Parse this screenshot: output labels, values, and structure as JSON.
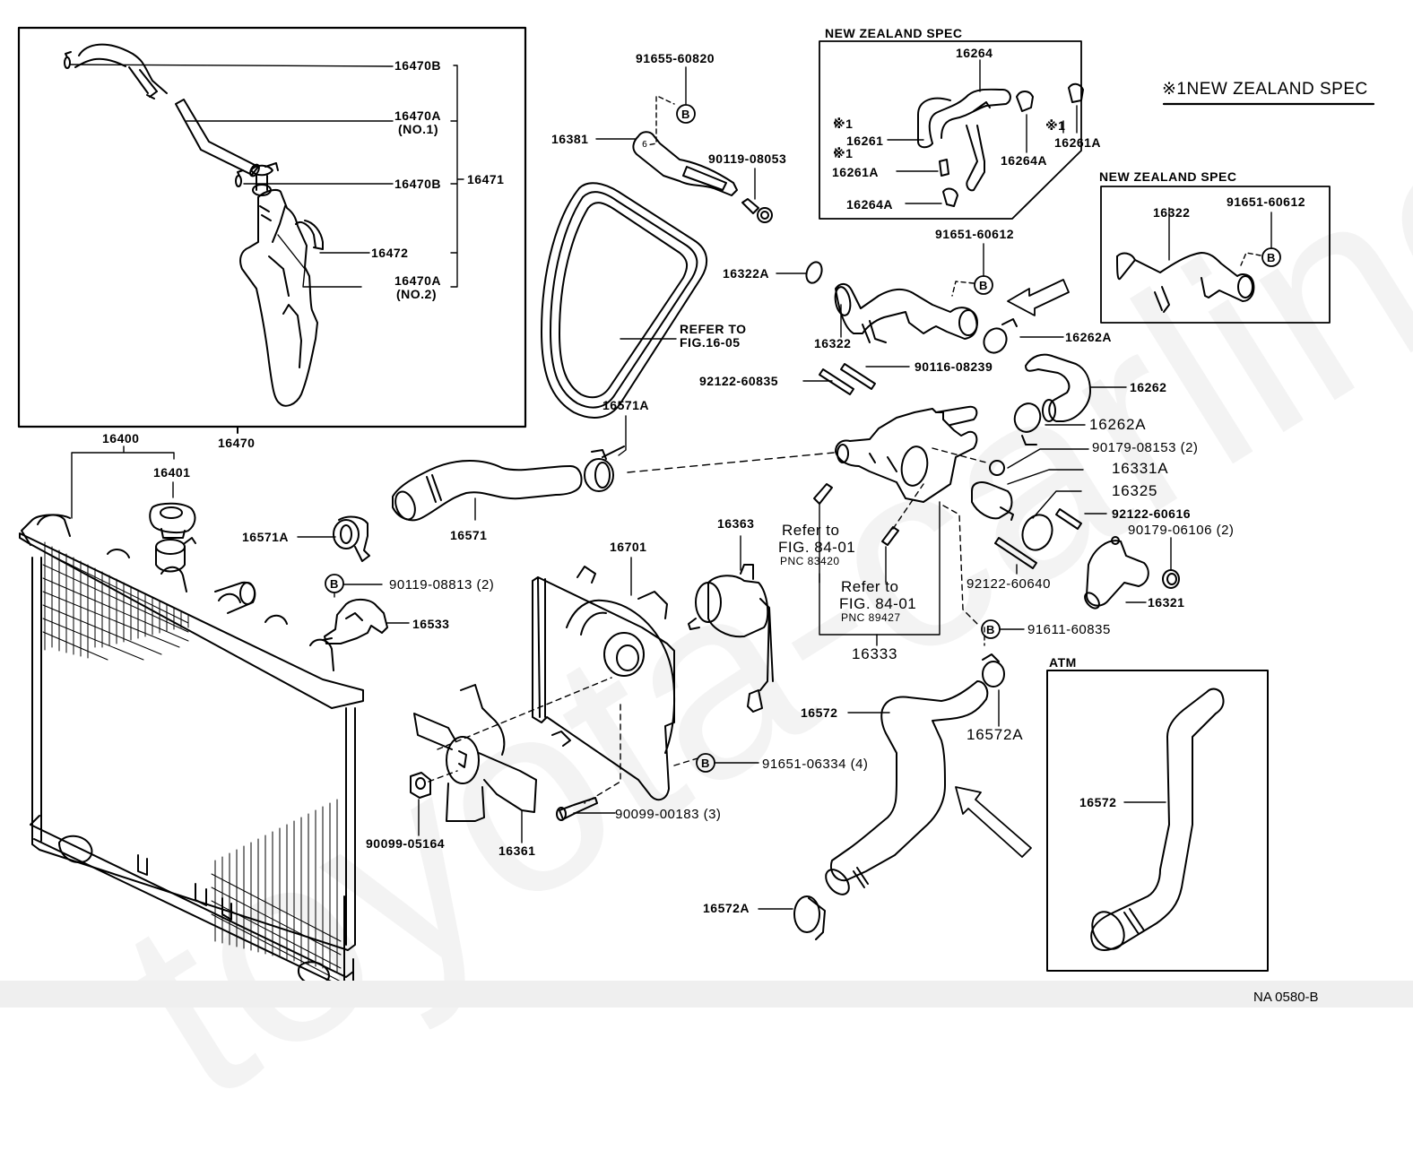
{
  "diagram": {
    "title_legend": "※1NEW ZEALAND SPEC",
    "footer_code": "NA 0580-B",
    "watermark": "toyota-carline.ru",
    "insets": {
      "reservoir_box_label": "16470",
      "nz_spec_hose_box_header": "NEW ZEALAND SPEC",
      "nz_spec_pipe_box_header": "NEW ZEALAND SPEC",
      "atm_box_header": "ATM"
    },
    "reservoir_parts": {
      "p16470B_top": "16470B",
      "p16470A_no1": "16470A",
      "p16470A_no1_sub": "(NO.1)",
      "p16470B_mid": "16470B",
      "p16471": "16471",
      "p16472": "16472",
      "p16470A_no2": "16470A",
      "p16470A_no2_sub": "(NO.2)"
    },
    "radiator_parts": {
      "p16400": "16400",
      "p16401": "16401",
      "p16571A_left": "16571A",
      "p16571": "16571",
      "p16571A_top": "16571A",
      "p90119_08813": "90119-08813 (2)",
      "p16533": "16533",
      "bolt_marker": "B"
    },
    "fan_parts": {
      "p16701": "16701",
      "p16363": "16363",
      "p91651_06334": "91651-06334 (4)",
      "p90099_00183": "90099-00183 (3)",
      "p90099_05164": "90099-05164",
      "p16361": "16361"
    },
    "belt_parts": {
      "p91655_60820": "91655-60820",
      "p16381": "16381",
      "p90119_08053": "90119-08053",
      "refer_line1": "REFER TO",
      "refer_line2": "FIG.16-05"
    },
    "nz_hose_parts": {
      "p16264": "16264",
      "mark1": "※1",
      "p16261": "16261",
      "mark2": "※1",
      "p16261A_left": "16261A",
      "p16264A_bottom": "16264A",
      "p16264A_right": "16264A",
      "mark3": "※1",
      "p16261A_right": "16261A"
    },
    "nz_pipe_parts": {
      "p16322": "16322",
      "p91651_60612": "91651-60612"
    },
    "water_outlet_parts": {
      "p91651_60612": "91651-60612",
      "p16322A": "16322A",
      "p16322": "16322",
      "p16262A_top": "16262A",
      "p90116_08239": "90116-08239",
      "p92122_60835": "92122-60835",
      "p16262": "16262",
      "p16262A_mid": "16262A",
      "p90179_08153": "90179-08153 (2)",
      "p16331A": "16331A",
      "p16325": "16325",
      "p92122_60616": "92122-60616",
      "p90179_06106": "90179-06106 (2)",
      "p92122_60640": "92122-60640",
      "p16321": "16321",
      "p91611_60835": "91611-60835",
      "refer1_line1": "Refer to",
      "refer1_line2": "FIG. 84-01",
      "refer1_pnc": "PNC 83420",
      "refer2_line1": "Refer to",
      "refer2_line2": "FIG. 84-01",
      "refer2_pnc": "PNC 89427",
      "p16333": "16333"
    },
    "lower_hose_parts": {
      "p16572": "16572",
      "p16572A_top": "16572A",
      "p16572A_bottom": "16572A",
      "atm_16572": "16572"
    }
  }
}
